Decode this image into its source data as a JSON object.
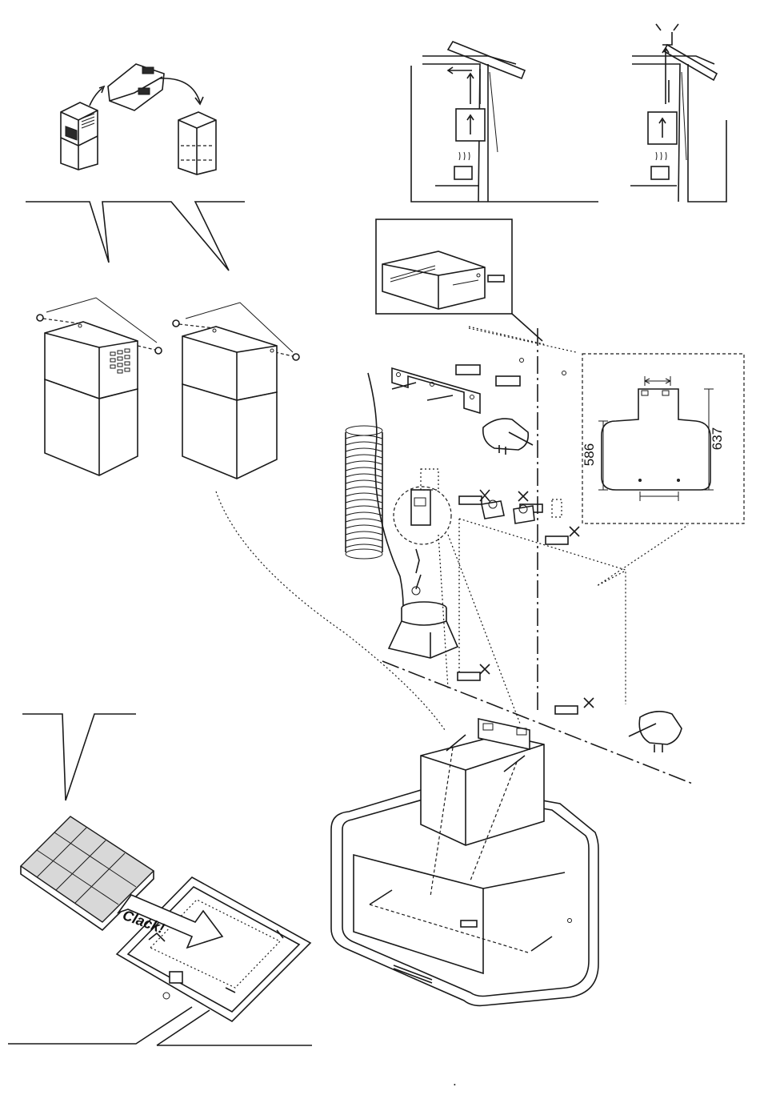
{
  "dimensions": {
    "width_label": "586",
    "height_label": "637"
  },
  "filter": {
    "clack_label": "Clack!"
  },
  "page": {
    "footer_mark": "."
  },
  "colors": {
    "line": "#1a1a1a",
    "background": "#ffffff",
    "filter_fill": "#d8d8d8"
  }
}
